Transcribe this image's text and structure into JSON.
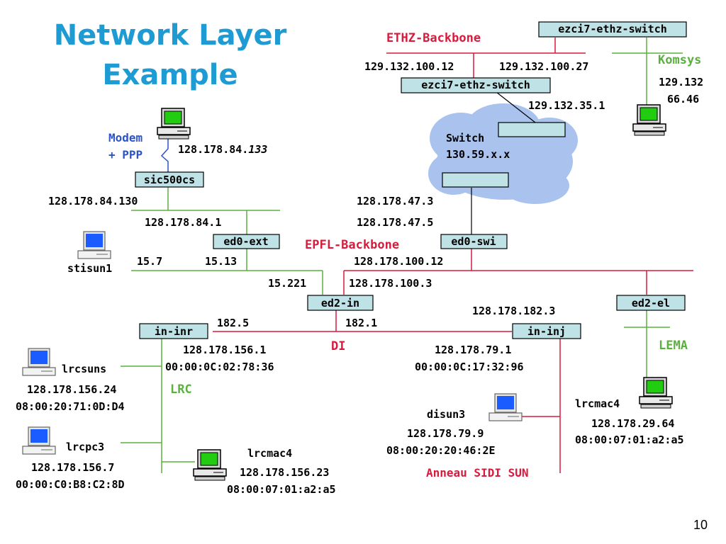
{
  "slide": {
    "title_line1": "Network Layer",
    "title_line2": "Example",
    "page_number": "10"
  },
  "colors": {
    "title": "#1e9bd2",
    "ethz": "#d81b3c",
    "epfl": "#d81b3c",
    "lema": "#5bb13e",
    "lrc": "#5bb13e",
    "komsys": "#5bb13e",
    "modem": "#2c54c8",
    "box_fill": "#bfe2e6",
    "cloud": "#a9c3ee",
    "screen_green": "#22cc11",
    "screen_blue": "#1a5cff"
  },
  "nodes": {
    "ezci7_top": "ezci7-ethz-switch",
    "ezci7_mid": "ezci7-ethz-switch",
    "sic500cs": "sic500cs",
    "ed0_ext": "ed0-ext",
    "ed0_swi": "ed0-swi",
    "ed2_in": "ed2-in",
    "ed2_el": "ed2-el",
    "in_inr": "in-inr",
    "in_inj": "in-inj"
  },
  "networks": {
    "ethz_backbone": "ETHZ-Backbone",
    "epfl_backbone": "EPFL-Backbone",
    "komsys": "Komsys",
    "lema": "LEMA",
    "lrc": "LRC",
    "di": "DI",
    "anneau": "Anneau SIDI SUN",
    "modem_line1": "Modem",
    "modem_line2": "+ PPP",
    "switch_line1": "Switch",
    "switch_line2": "130.59.x.x"
  },
  "addresses": {
    "ethz_left": "129.132.100.12",
    "ethz_right": "129.132.100.27",
    "komsys_ip1": "129.132",
    "komsys_ip2": "66.46",
    "ethz_35": "129.132.35.1",
    "modem_ip_prefix": "128.178.84.",
    "modem_ip_suffix": "133",
    "sic_130": "128.178.84.130",
    "ext_1": "128.178.84.1",
    "s47_3": "128.178.47.3",
    "s47_5": "128.178.47.5",
    "ip_15_7": "15.7",
    "ip_15_13": "15.13",
    "ip_100_12": "128.178.100.12",
    "ip_15_221": "15.221",
    "ip_100_3": "128.178.100.3",
    "ip_182_3": "128.178.182.3",
    "ip_182_5": "182.5",
    "ip_182_1": "182.1",
    "ip_156_1": "128.178.156.1",
    "mac_156_1": "00:00:0C:02:78:36",
    "ip_79_1": "128.178.79.1",
    "mac_79_1": "00:00:0C:17:32:96",
    "ip_156_24": "128.178.156.24",
    "mac_156_24": "08:00:20:71:0D:D4",
    "ip_79_9": "128.178.79.9",
    "mac_79_9": "08:00:20:20:46:2E",
    "ip_29_64": "128.178.29.64",
    "mac_29_64": "08:00:07:01:a2:a5",
    "ip_156_7": "128.178.156.7",
    "mac_156_7": "00:00:C0:B8:C2:8D",
    "ip_156_23": "128.178.156.23",
    "mac_156_23": "08:00:07:01:a2:a5"
  },
  "hosts": {
    "stisun1": "stisun1",
    "lrcsuns": "lrcsuns",
    "lrcpc3": "lrcpc3",
    "lrcmac4_bottom": "lrcmac4",
    "disun3": "disun3",
    "lrcmac4_right": "lrcmac4"
  }
}
